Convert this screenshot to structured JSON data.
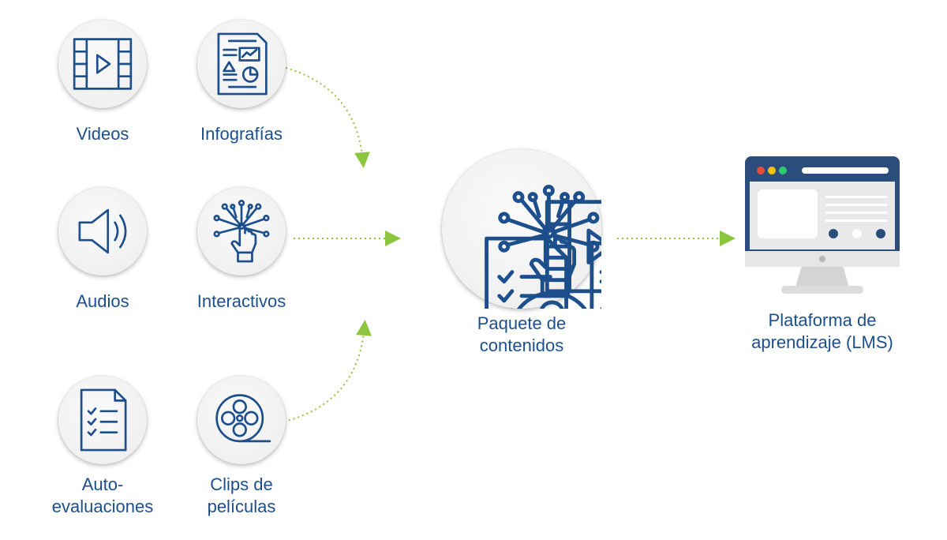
{
  "sources": [
    {
      "id": "videos",
      "label_lines": [
        "Videos"
      ],
      "icon": "video-icon"
    },
    {
      "id": "infografias",
      "label_lines": [
        "Infografías"
      ],
      "icon": "infographic-icon"
    },
    {
      "id": "audios",
      "label_lines": [
        "Audios"
      ],
      "icon": "speaker-icon"
    },
    {
      "id": "interactivos",
      "label_lines": [
        "Interactivos"
      ],
      "icon": "touch-icon"
    },
    {
      "id": "autoevaluaciones",
      "label_lines": [
        "Auto-",
        "evaluaciones"
      ],
      "icon": "checklist-icon"
    },
    {
      "id": "clips",
      "label_lines": [
        "Clips de",
        "películas"
      ],
      "icon": "film-reel-icon"
    }
  ],
  "package": {
    "label_lines": [
      "Paquete de",
      "contenidos"
    ],
    "icons": [
      "touch-icon",
      "video-icon",
      "checklist-icon",
      "infographic-icon",
      "film-reel-icon",
      "speaker-icon"
    ]
  },
  "platform": {
    "label_lines": [
      "Plataforma de",
      "aprendizaje (LMS)"
    ],
    "icon": "monitor-icon"
  },
  "colors": {
    "icon_stroke": "#1d4f8c",
    "label": "#1d4f8c",
    "arrow": "#8cc63f",
    "monitor_frame": "#2a4d7c",
    "monitor_dots": [
      "#e74c3c",
      "#f1c40f",
      "#2ecc71"
    ]
  }
}
